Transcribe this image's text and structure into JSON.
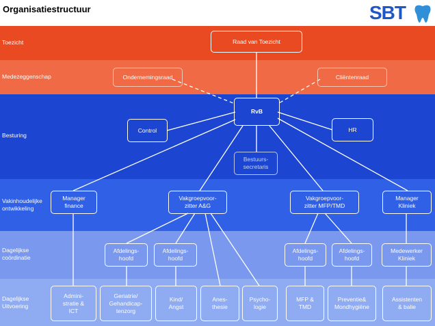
{
  "title": "Organisatiestructuur",
  "logo": {
    "text": "SBT",
    "tooth_icon": "tooth-icon",
    "text_color": "#1f57c7",
    "tooth_color": "#2f8fd8"
  },
  "colors": {
    "toezicht": "#ea4a22",
    "medezeggenschap": "#ef6a45",
    "besturing": "#1c46d1",
    "vakinhoudelijk": "#2f60e6",
    "dagelijkse_coordinatie": "#7a99ee",
    "dagelijkse_uitvoering": "#8fabf2"
  },
  "bands": [
    {
      "id": "toezicht",
      "label": "Toezicht"
    },
    {
      "id": "medezeggenschap",
      "label": "Medezeggenschap"
    },
    {
      "id": "besturing",
      "label": "Besturing"
    },
    {
      "id": "vakinhoudelijk",
      "label": "Vakinhoudelijke\nontwikkeling"
    },
    {
      "id": "dagelijkse_coordinatie",
      "label": "Dagelijkse\ncoördinatie"
    },
    {
      "id": "dagelijkse_uitvoering",
      "label": "Dagelijkse\nUitvoering"
    }
  ],
  "nodes": {
    "raad_van_toezicht": "Raad van Toezicht",
    "ondernemingsraad": "Ondernemingsraad",
    "clientenraad": "Cliëntenraad",
    "rvb": "RvB",
    "control": "Control",
    "hr": "HR",
    "bestuurssecretaris": "Bestuurs-\nsecretaris",
    "manager_finance": "Manager\nfinance",
    "vakgroep_ag": "Vakgroepvoor-\nzitter A&G",
    "vakgroep_mfp": "Vakgroepvoor-\nzitter MFP/TMD",
    "manager_kliniek": "Manager\nKliniek",
    "afdelingshoofd_1": "Afdelings-\nhoofd",
    "afdelingshoofd_2": "Afdelings-\nhoofd",
    "afdelingshoofd_3": "Afdelings-\nhoofd",
    "afdelingshoofd_4": "Afdelings-\nhoofd",
    "medewerker_kliniek": "Medewerker\nKliniek",
    "administratie_ict": "Admini-\nstratie &\nICT",
    "geriatrie": "Geriatrie/\nGehandicap-\ntenzorg",
    "kind_angst": "Kind/\nAngst",
    "anesthesie": "Anes-\nthesie",
    "psychologie": "Psycho-\nlogie",
    "mfp_tmd": "MFP &\nTMD",
    "preventie": "Preventie&\nMondhygiëne",
    "assistenten": "Assistenten\n& balie"
  }
}
